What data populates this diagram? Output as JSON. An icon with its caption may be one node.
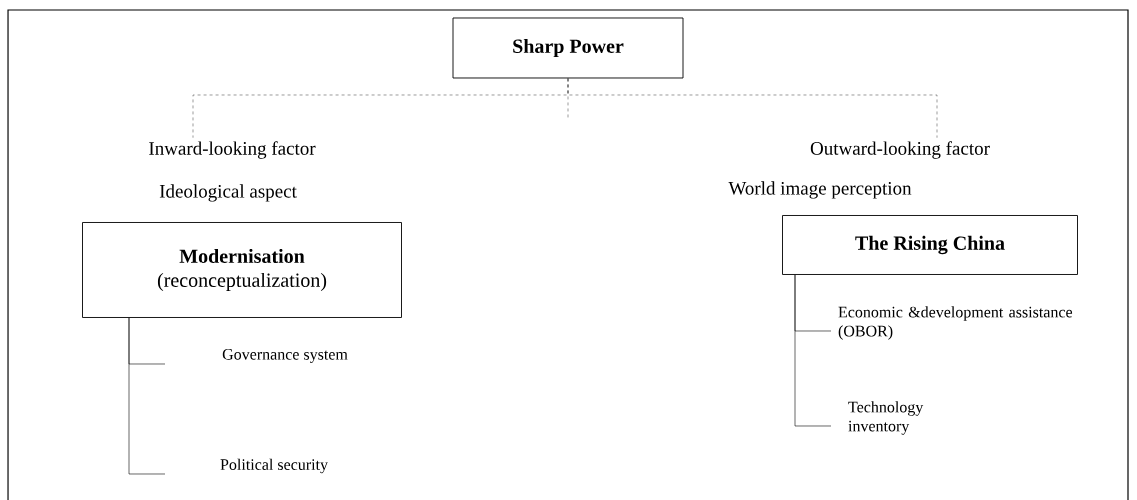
{
  "diagram": {
    "nodes": [
      {
        "text": [
          "Sharp Power"
        ]
      },
      {
        "text": [
          "Inward-looking factor"
        ]
      },
      {
        "text": [
          "Outward-looking factor"
        ]
      },
      {
        "text": [
          "Modernisation",
          "(reconceptualization)"
        ]
      },
      {
        "text": [
          "The Rising China"
        ]
      },
      {
        "text": [
          "Governance system"
        ]
      },
      {
        "text": [
          "Political security"
        ]
      },
      {
        "text": [
          "Economic &development assistance (OBOR)"
        ]
      },
      {
        "text": [
          "Technology inventory"
        ]
      }
    ],
    "edges": [
      {
        "from": 0,
        "to": 1,
        "arrow": "none",
        "style": "dashed"
      },
      {
        "from": 0,
        "to": null,
        "arrow": "none",
        "style": "dashed"
      },
      {
        "from": 0,
        "to": 2,
        "arrow": "none",
        "style": "dashed"
      },
      {
        "from": 3,
        "to": 5,
        "arrow": "none"
      },
      {
        "from": 3,
        "to": 6,
        "arrow": "none"
      },
      {
        "from": 4,
        "to": 7,
        "arrow": "none"
      },
      {
        "from": 4,
        "to": 8,
        "arrow": "none"
      }
    ],
    "labels": [
      "Ideological aspect",
      "World image perception"
    ]
  }
}
